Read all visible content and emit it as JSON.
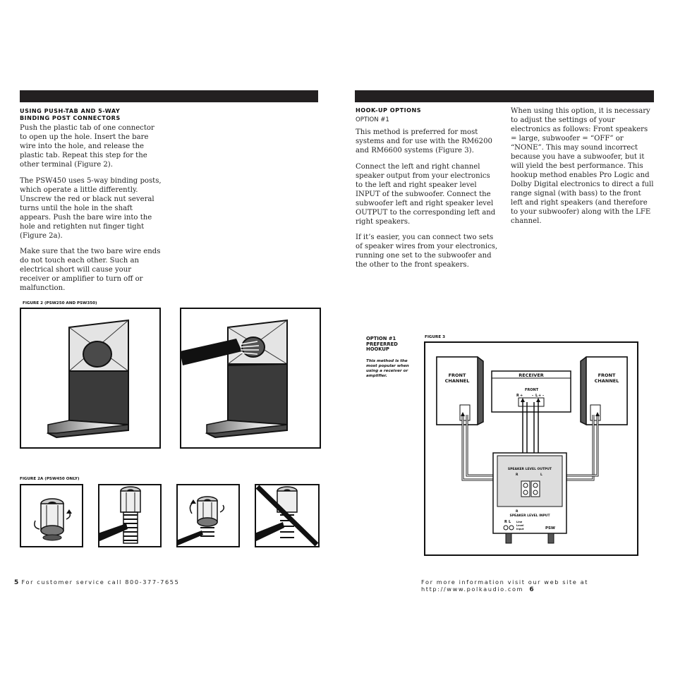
{
  "left": {
    "heading_line1": "USING PUSH-TAB AND 5-WAY",
    "heading_line2": "BINDING POST CONNECTORS",
    "p1": "Push the plastic tab of one connector to open up the hole. Insert the bare wire into the hole, and release the plastic tab. Repeat this step for the other terminal (Figure 2).",
    "p2": "The PSW450 uses 5-way binding posts, which operate a little differently. Unscrew the red or black nut several turns until the hole in the shaft appears. Push the bare wire into the hole and retighten nut finger tight (Figure 2a).",
    "p3": "Make sure that the two bare wire ends do not touch each other. Such an electrical short will cause your receiver or amplifier to turn off or malfunction.",
    "fig2_caption": "FIGURE 2 (PSW250 AND PSW350)",
    "fig2a_caption": "FIGURE 2A (PSW450 ONLY)"
  },
  "right": {
    "heading": "HOOK-UP OPTIONS",
    "subheading": "OPTION #1",
    "p1": "This method is preferred for most systems and for use with the RM6200 and RM6600 systems (Figure 3).",
    "p2": "Connect the left and right channel speaker output from your electronics to the left and right speaker level INPUT of the subwoofer. Connect the subwoofer left and right speaker level OUTPUT to the corresponding left and right speakers.",
    "p3": "If it’s easier, you can connect two sets of speaker wires from your electronics, running one set to the subwoofer and the other to the front speakers.",
    "p4": "When using this option, it is necessary to adjust the settings of your electronics as follows: Front speakers = large, subwoofer = “OFF” or “NONE”. This may sound incorrect because you have a subwoofer, but it will yield the best performance. This hookup method enables Pro Logic and Dolby Digital electronics to direct a full range signal (with bass) to the front left and right speakers (and therefore to your subwoofer) along with the LFE channel."
  },
  "option_box": {
    "title_line1": "OPTION #1",
    "title_line2": "PREFERRED",
    "title_line3": "HOOKUP",
    "desc": "This method is the most popular when using a receiver or amplifier."
  },
  "figure3": {
    "caption": "FIGURE 3",
    "front_left_1": "FRONT",
    "front_left_2": "CHANNEL",
    "front_right_1": "FRONT",
    "front_right_2": "CHANNEL",
    "receiver": "RECEIVER",
    "receiver_front": "FRONT",
    "receiver_r": "R",
    "receiver_l": "L",
    "plus": "+",
    "minus": "-",
    "speaker_level_output": "SPEAKER LEVEL OUTPUT",
    "speaker_level_input": "SPEAKER LEVEL INPUT",
    "term_r": "R",
    "term_l": "L",
    "line_r": "R",
    "line_l": "L",
    "line_level_1": "Line",
    "line_level_2": "Level",
    "line_level_3": "Input",
    "psw": "PSW"
  },
  "footer": {
    "left_page": "5",
    "left_text": "For customer service call 800-377-7655",
    "right_text": "For more information visit our web site at http://www.polkaudio.com",
    "right_page": "6"
  }
}
